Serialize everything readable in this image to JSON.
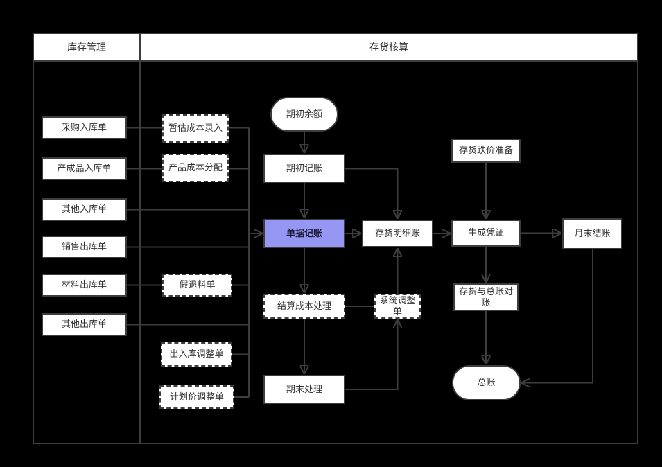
{
  "diagram": {
    "lanes": {
      "left_title": "库存管理",
      "right_title": "存货核算"
    },
    "nodes": {
      "purchase_in": "采购入库单",
      "finished_in": "产成品入库单",
      "other_in": "其他入库单",
      "sales_out": "销售出库单",
      "material_out": "材料出库单",
      "other_out": "其他出库单",
      "est_cost_entry": "暂估成本录入",
      "product_cost_alloc": "产品成本分配",
      "fake_return": "假退料单",
      "inout_adjust": "出入库调整单",
      "plan_price_adjust": "计划价调整单",
      "begin_balance": "期初余额",
      "begin_booking": "期初记账",
      "doc_booking": "单据记账",
      "inventory_detail_ledger": "存货明细账",
      "settle_cost": "结算成本处理",
      "sys_adjust": "系统调整单",
      "period_end": "期末处理",
      "price_depreciation_reserve": "存货跌价准备",
      "generate_voucher": "生成凭证",
      "month_end_close": "月末结账",
      "inventory_gl_reconcile": "存货与总账对账",
      "general_ledger": "总账"
    },
    "colors": {
      "background": "#000000",
      "line": "#3d3d3d",
      "node_fill": "#ffffff",
      "node_text": "#333333",
      "highlight_fill": "#9696f5"
    }
  }
}
